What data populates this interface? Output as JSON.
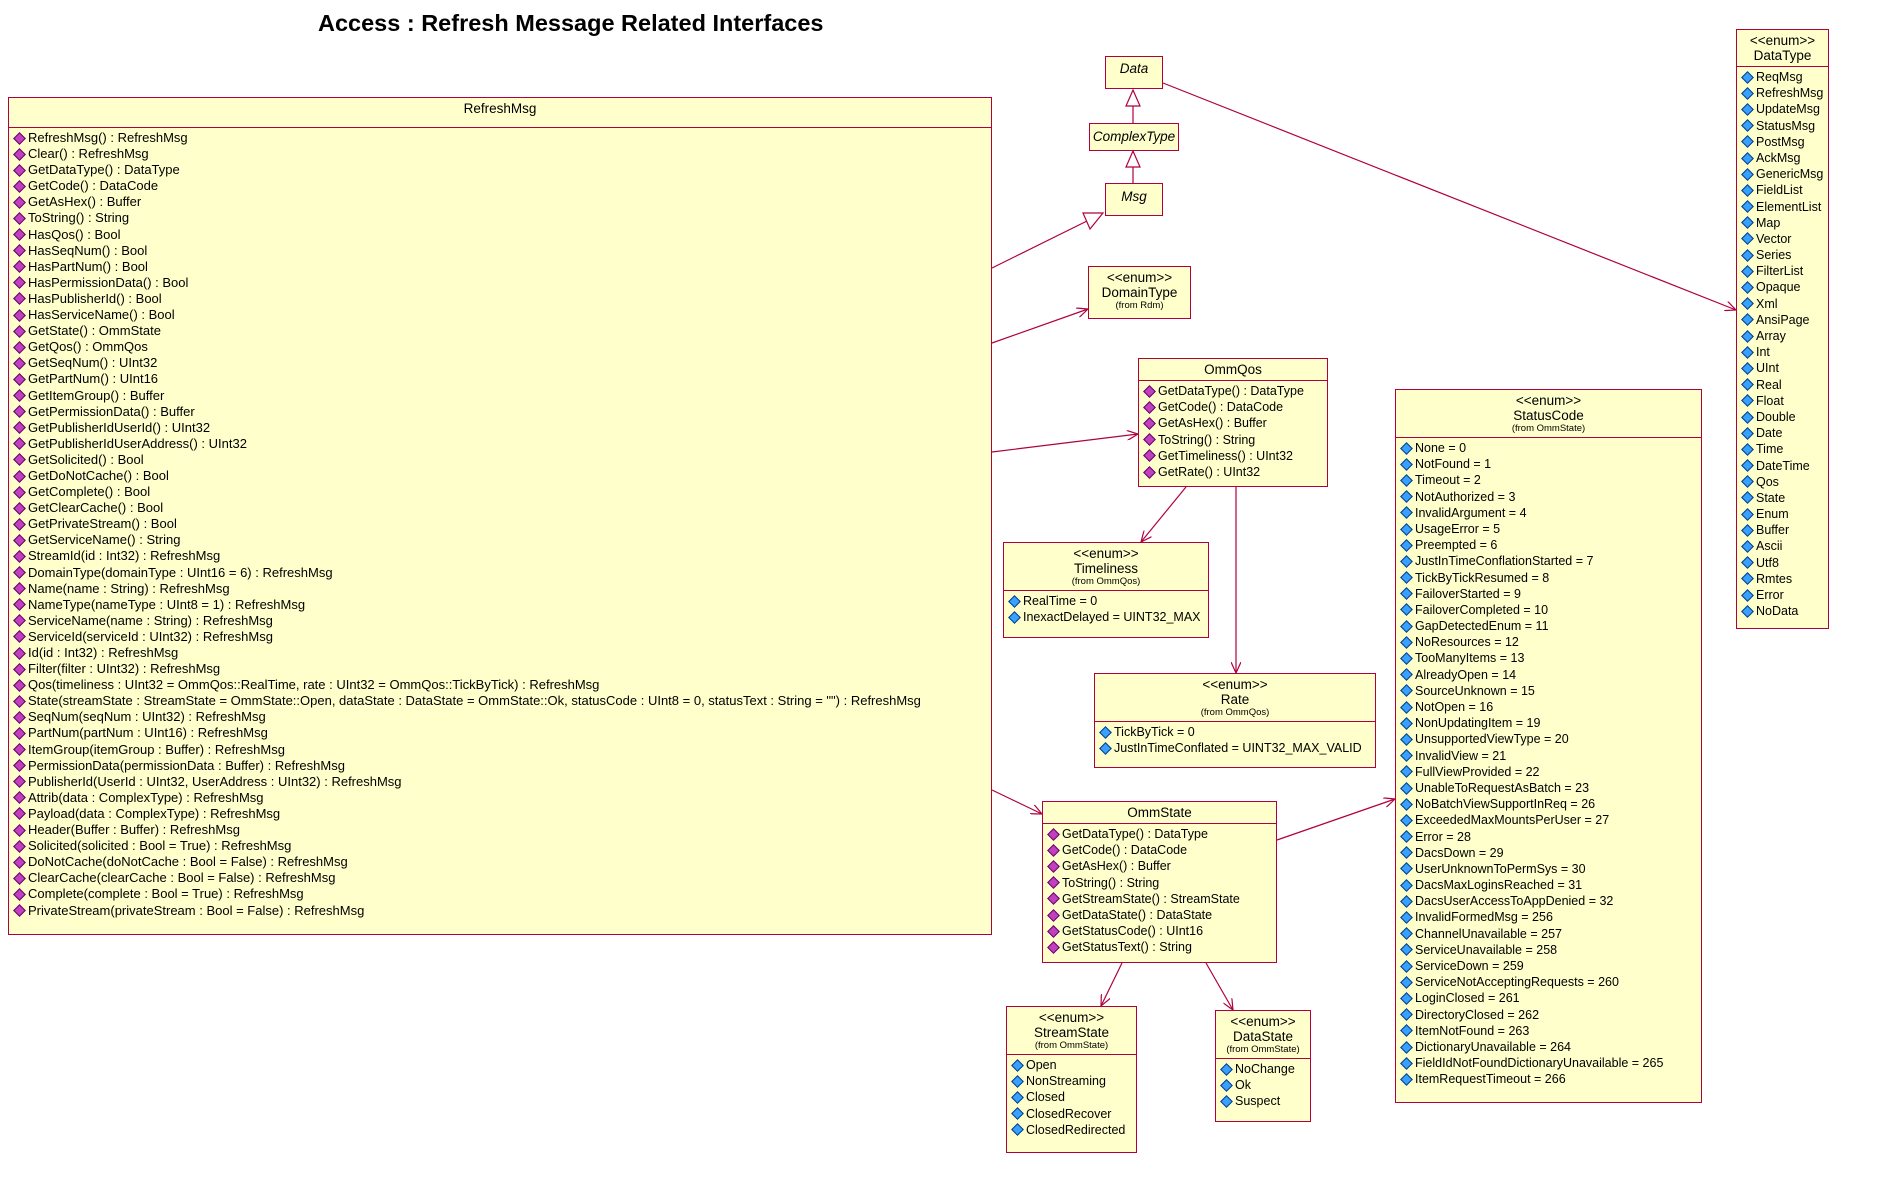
{
  "title": "Access : Refresh Message Related Interfaces",
  "colors": {
    "box_fill": "#ffffcc",
    "box_border": "#b00040",
    "operation_icon": "#c040c0",
    "attribute_icon": "#3aa0ff"
  },
  "classes": {
    "refreshmsg": {
      "name": "RefreshMsg",
      "operations": [
        "RefreshMsg() : RefreshMsg",
        "Clear() : RefreshMsg",
        "GetDataType() : DataType",
        "GetCode() : DataCode",
        "GetAsHex() : Buffer",
        "ToString() : String",
        "HasQos() : Bool",
        "HasSeqNum() : Bool",
        "HasPartNum() : Bool",
        "HasPermissionData() : Bool",
        "HasPublisherId() : Bool",
        "HasServiceName() : Bool",
        "GetState() : OmmState",
        "GetQos() : OmmQos",
        "GetSeqNum() : UInt32",
        "GetPartNum() : UInt16",
        "GetItemGroup() : Buffer",
        "GetPermissionData() : Buffer",
        "GetPublisherIdUserId() : UInt32",
        "GetPublisherIdUserAddress() : UInt32",
        "GetSolicited() : Bool",
        "GetDoNotCache() : Bool",
        "GetComplete() : Bool",
        "GetClearCache() : Bool",
        "GetPrivateStream() : Bool",
        "GetServiceName() : String",
        "StreamId(id : Int32) : RefreshMsg",
        "DomainType(domainType : UInt16 = 6) : RefreshMsg",
        "Name(name : String) : RefreshMsg",
        "NameType(nameType : UInt8 = 1) : RefreshMsg",
        "ServiceName(name : String) : RefreshMsg",
        "ServiceId(serviceId : UInt32) : RefreshMsg",
        "Id(id : Int32) : RefreshMsg",
        "Filter(filter : UInt32) : RefreshMsg",
        "Qos(timeliness : UInt32 = OmmQos::RealTime, rate : UInt32 = OmmQos::TickByTick) : RefreshMsg",
        "State(streamState : StreamState = OmmState::Open, dataState : DataState = OmmState::Ok, statusCode : UInt8 = 0, statusText : String = \"\") : RefreshMsg",
        "SeqNum(seqNum : UInt32) : RefreshMsg",
        "PartNum(partNum : UInt16) : RefreshMsg",
        "ItemGroup(itemGroup : Buffer) : RefreshMsg",
        "PermissionData(permissionData : Buffer) : RefreshMsg",
        "PublisherId(UserId : UInt32, UserAddress : UInt32) : RefreshMsg",
        "Attrib(data : ComplexType) : RefreshMsg",
        "Payload(data : ComplexType) : RefreshMsg",
        "Header(Buffer : Buffer) : RefreshMsg",
        "Solicited(solicited : Bool = True) : RefreshMsg",
        "DoNotCache(doNotCache : Bool = False) : RefreshMsg",
        "ClearCache(clearCache : Bool = False) : RefreshMsg",
        "Complete(complete : Bool = True) : RefreshMsg",
        "PrivateStream(privateStream : Bool = False) : RefreshMsg"
      ]
    },
    "data": {
      "name": "Data"
    },
    "complextype": {
      "name": "ComplexType"
    },
    "msg": {
      "name": "Msg"
    },
    "domaintype": {
      "stereotype": "<<enum>>",
      "name": "DomainType",
      "from": "(from Rdm)"
    },
    "ommqos": {
      "name": "OmmQos",
      "operations": [
        "GetDataType() : DataType",
        "GetCode() : DataCode",
        "GetAsHex() : Buffer",
        "ToString() : String",
        "GetTimeliness() : UInt32",
        "GetRate() : UInt32"
      ]
    },
    "timeliness": {
      "stereotype": "<<enum>>",
      "name": "Timeliness",
      "from": "(from OmmQos)",
      "attributes": [
        "RealTime = 0",
        "InexactDelayed = UINT32_MAX"
      ]
    },
    "rate": {
      "stereotype": "<<enum>>",
      "name": "Rate",
      "from": "(from OmmQos)",
      "attributes": [
        "TickByTick = 0",
        "JustInTimeConflated = UINT32_MAX_VALID"
      ]
    },
    "ommstate": {
      "name": "OmmState",
      "operations": [
        "GetDataType() : DataType",
        "GetCode() : DataCode",
        "GetAsHex() : Buffer",
        "ToString() : String",
        "GetStreamState() : StreamState",
        "GetDataState() : DataState",
        "GetStatusCode() : UInt16",
        "GetStatusText() : String"
      ]
    },
    "streamstate": {
      "stereotype": "<<enum>>",
      "name": "StreamState",
      "from": "(from OmmState)",
      "attributes": [
        "Open",
        "NonStreaming",
        "Closed",
        "ClosedRecover",
        "ClosedRedirected"
      ]
    },
    "datastate": {
      "stereotype": "<<enum>>",
      "name": "DataState",
      "from": "(from OmmState)",
      "attributes": [
        "NoChange",
        "Ok",
        "Suspect"
      ]
    },
    "statuscode": {
      "stereotype": "<<enum>>",
      "name": "StatusCode",
      "from": "(from OmmState)",
      "attributes": [
        "None = 0",
        "NotFound = 1",
        "Timeout = 2",
        "NotAuthorized = 3",
        "InvalidArgument = 4",
        "UsageError = 5",
        "Preempted = 6",
        "JustInTimeConflationStarted = 7",
        "TickByTickResumed = 8",
        "FailoverStarted = 9",
        "FailoverCompleted = 10",
        "GapDetectedEnum = 11",
        "NoResources = 12",
        "TooManyItems = 13",
        "AlreadyOpen = 14",
        "SourceUnknown = 15",
        "NotOpen = 16",
        "NonUpdatingItem = 19",
        "UnsupportedViewType = 20",
        "InvalidView = 21",
        "FullViewProvided = 22",
        "UnableToRequestAsBatch = 23",
        "NoBatchViewSupportInReq = 26",
        "ExceededMaxMountsPerUser = 27",
        "Error = 28",
        "DacsDown = 29",
        "UserUnknownToPermSys = 30",
        "DacsMaxLoginsReached = 31",
        "DacsUserAccessToAppDenied = 32",
        "InvalidFormedMsg = 256",
        "ChannelUnavailable = 257",
        "ServiceUnavailable = 258",
        "ServiceDown = 259",
        "ServiceNotAcceptingRequests = 260",
        "LoginClosed = 261",
        "DirectoryClosed = 262",
        "ItemNotFound = 263",
        "DictionaryUnavailable = 264",
        "FieldIdNotFoundDictionaryUnavailable = 265",
        "ItemRequestTimeout = 266"
      ]
    },
    "datatype": {
      "stereotype": "<<enum>>",
      "name": "DataType",
      "attributes": [
        "ReqMsg",
        "RefreshMsg",
        "UpdateMsg",
        "StatusMsg",
        "PostMsg",
        "AckMsg",
        "GenericMsg",
        "FieldList",
        "ElementList",
        "Map",
        "Vector",
        "Series",
        "FilterList",
        "Opaque",
        "Xml",
        "AnsiPage",
        "Array",
        "Int",
        "UInt",
        "Real",
        "Float",
        "Double",
        "Date",
        "Time",
        "DateTime",
        "Qos",
        "State",
        "Enum",
        "Buffer",
        "Ascii",
        "Utf8",
        "Rmtes",
        "Error",
        "NoData"
      ]
    }
  }
}
